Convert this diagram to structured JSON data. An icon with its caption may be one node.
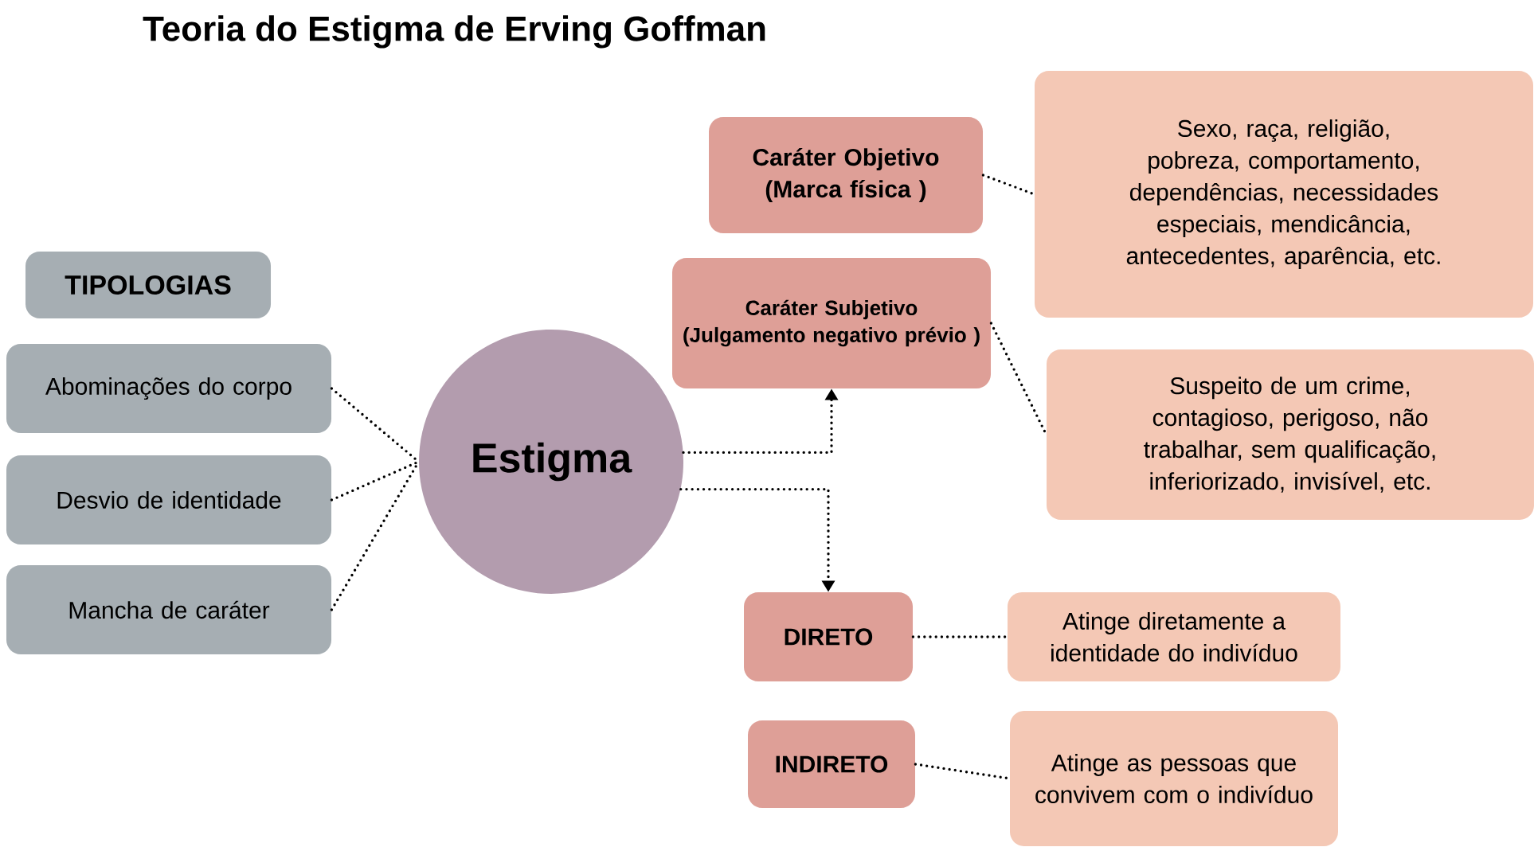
{
  "diagram": {
    "title": "Teoria do Estigma de Erving Goffman",
    "nodes": [
      {
        "text": [
          "TIPOLOGIAS"
        ]
      },
      {
        "text": [
          "Abominações do corpo"
        ]
      },
      {
        "text": [
          "Desvio de identidade"
        ]
      },
      {
        "text": [
          "Mancha de caráter"
        ]
      },
      {
        "text": [
          "Estigma"
        ]
      },
      {
        "text": [
          "Caráter Objetivo (Marca física )"
        ]
      },
      {
        "text": [
          "Sexo, raça, religião,  pobreza, comportamento, dependências, necessidades especiais, mendicância, antecedentes, aparência, etc."
        ]
      },
      {
        "text": [
          "Caráter Subjetivo (Julgamento negativo prévio )"
        ]
      },
      {
        "text": [
          "Suspeito de um crime, contagioso, perigoso, não trabalhar, sem qualificação, inferiorizado, invisível, etc."
        ]
      },
      {
        "text": [
          "DIRETO"
        ]
      },
      {
        "text": [
          "Atinge diretamente a identidade do indivíduo"
        ]
      },
      {
        "text": [
          "INDIRETO"
        ]
      },
      {
        "text": [
          "Atinge as pessoas que convivem com o indivíduo"
        ]
      }
    ],
    "edges": [
      {
        "from": 1,
        "to": 4,
        "arrow": "none"
      },
      {
        "from": 2,
        "to": 4,
        "arrow": "none"
      },
      {
        "from": 3,
        "to": 4,
        "arrow": "none"
      },
      {
        "from": 4,
        "to": 7,
        "arrow": "to"
      },
      {
        "from": 4,
        "to": 9,
        "arrow": "to"
      },
      {
        "from": 5,
        "to": 6,
        "arrow": "none"
      },
      {
        "from": 7,
        "to": 8,
        "arrow": "none"
      },
      {
        "from": 9,
        "to": 10,
        "arrow": "none"
      },
      {
        "from": 11,
        "to": 12,
        "arrow": "none"
      }
    ]
  }
}
